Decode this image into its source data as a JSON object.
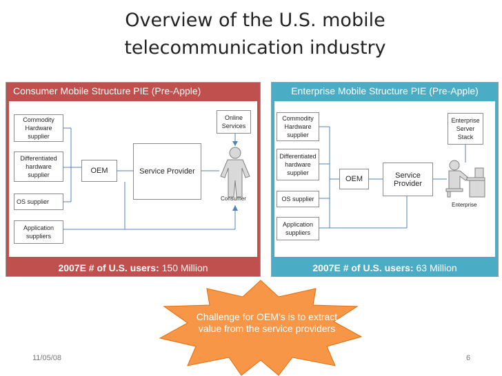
{
  "slide": {
    "title_line1": "Overview of the U.S. mobile",
    "title_line2": "telecommunication industry",
    "date": "11/05/08",
    "page_number": "6"
  },
  "consumer": {
    "header": "Consumer Mobile Structure PIE (Pre-Apple)",
    "suppliers": [
      "Commodity Hardware supplier",
      "Differentiated hardware supplier",
      "OS supplier",
      "Application suppliers"
    ],
    "oem": "OEM",
    "service_provider": "Service Provider",
    "online_services": "Online Services",
    "end_user_label": "Consumer",
    "users_label": "2007E # of U.S. users:",
    "users_value": "150 Million"
  },
  "enterprise": {
    "header": "Enterprise Mobile Structure PIE (Pre-Apple)",
    "suppliers": [
      "Commodity Hardware supplier",
      "Differentiated hardware supplier",
      "OS supplier",
      "Application suppliers"
    ],
    "oem": "OEM",
    "service_provider": "Service Provider",
    "server_stack": "Enterprise Server Stack",
    "end_user_label": "Enterprise",
    "users_label": "2007E # of U.S. users:",
    "users_value": "63 Million"
  },
  "callout": {
    "text": "Challenge for OEM’s is to extract value from the service providers"
  },
  "colors": {
    "consumer_panel": "#c0504d",
    "enterprise_panel": "#4bacc6",
    "callout": "#f79646"
  },
  "icons": [
    "person-icon",
    "desk-worker-icon",
    "starburst-shape"
  ]
}
